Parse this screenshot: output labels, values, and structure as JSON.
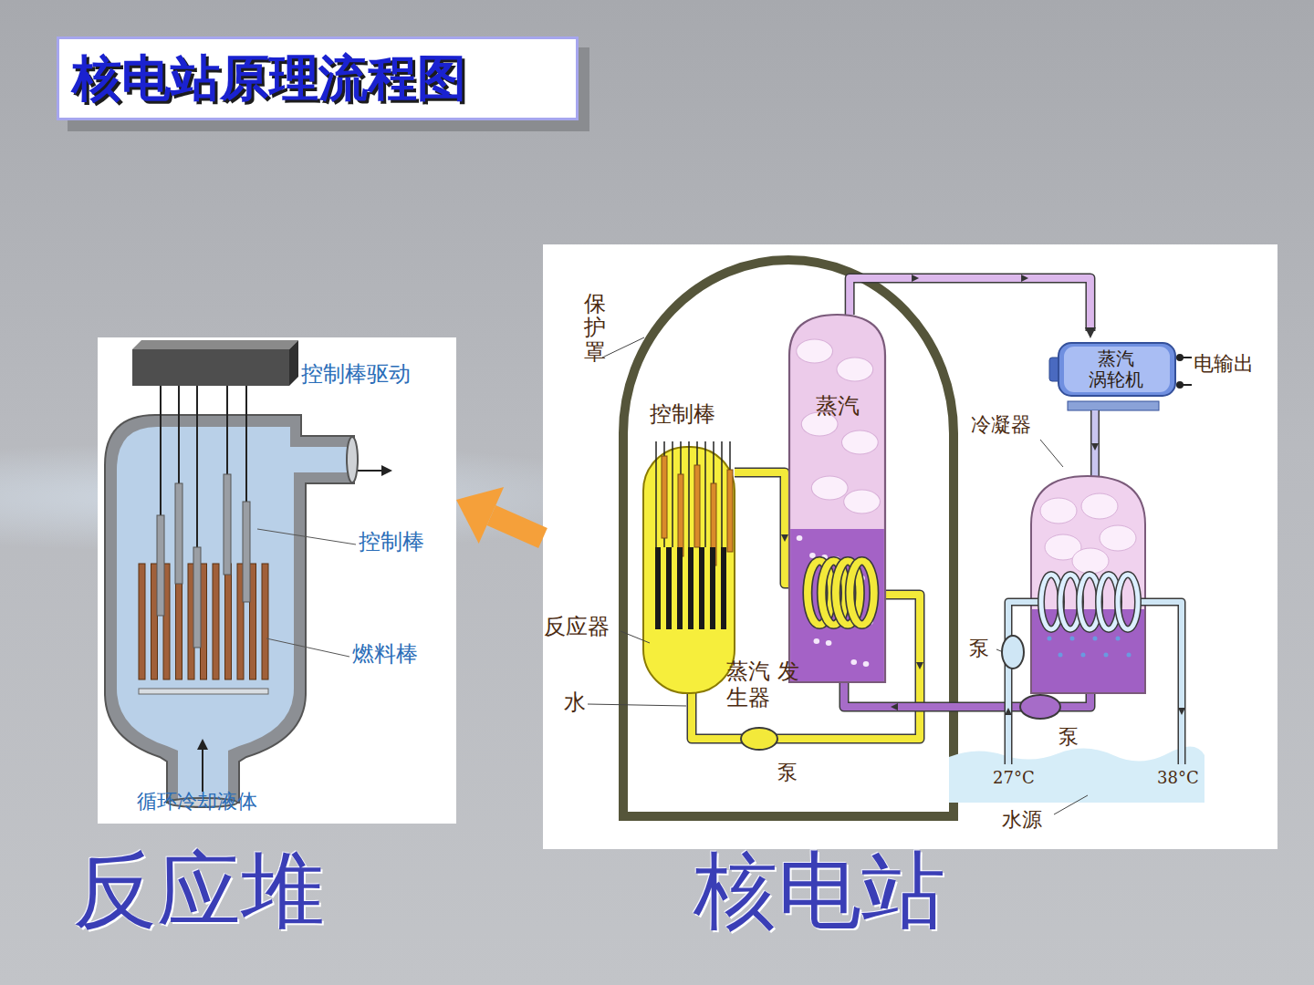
{
  "diagram": {
    "title": "核电站原理流程图",
    "nodes": [
      {
        "text": [
          "反应堆"
        ]
      },
      {
        "text": [
          "核电站"
        ]
      },
      {
        "text": [
          "蒸汽"
        ],
        "in": 1
      },
      {
        "text": [
          "蒸汽 涡轮机"
        ],
        "in": 1
      }
    ],
    "edges": [
      {
        "from": 2,
        "to": 3,
        "arrow": "to"
      },
      {
        "from": 1,
        "to": 0,
        "arrow": "to"
      }
    ],
    "labels": [
      "控制棒驱动",
      "控制棒",
      "燃料棒",
      "循环冷却液体",
      "保护罩",
      "控制棒",
      "电输出",
      "冷凝器",
      "反应器",
      "水",
      "蒸汽 发生器",
      "泵",
      "泵",
      "泵",
      "27°C",
      "38°C",
      "水源"
    ]
  }
}
